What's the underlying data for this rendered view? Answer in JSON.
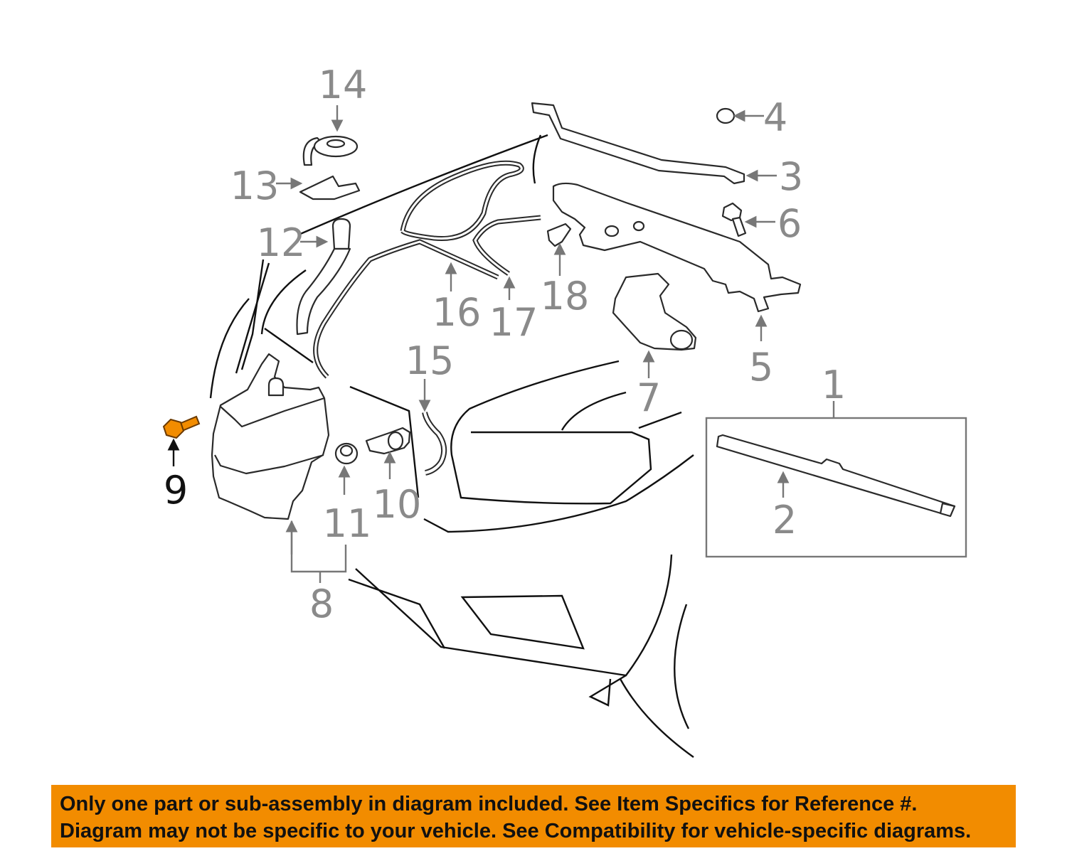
{
  "disclaimer": {
    "line1": "Only one part or sub-assembly in diagram included. See Item Specifics for Reference #.",
    "line2": "Diagram may not be specific to your vehicle. See Compatibility for vehicle-specific diagrams."
  },
  "callouts": {
    "c1": "1",
    "c2": "2",
    "c3": "3",
    "c4": "4",
    "c5": "5",
    "c6": "6",
    "c7": "7",
    "c8": "8",
    "c9": "9",
    "c10": "10",
    "c11": "11",
    "c12": "12",
    "c13": "13",
    "c14": "14",
    "c15": "15",
    "c16": "16",
    "c17": "17",
    "c18": "18"
  },
  "highlighted_part": "9",
  "colors": {
    "highlight_part": "#f28c00",
    "callout_text": "#8a8a8a",
    "banner_background": "#f28c00"
  }
}
